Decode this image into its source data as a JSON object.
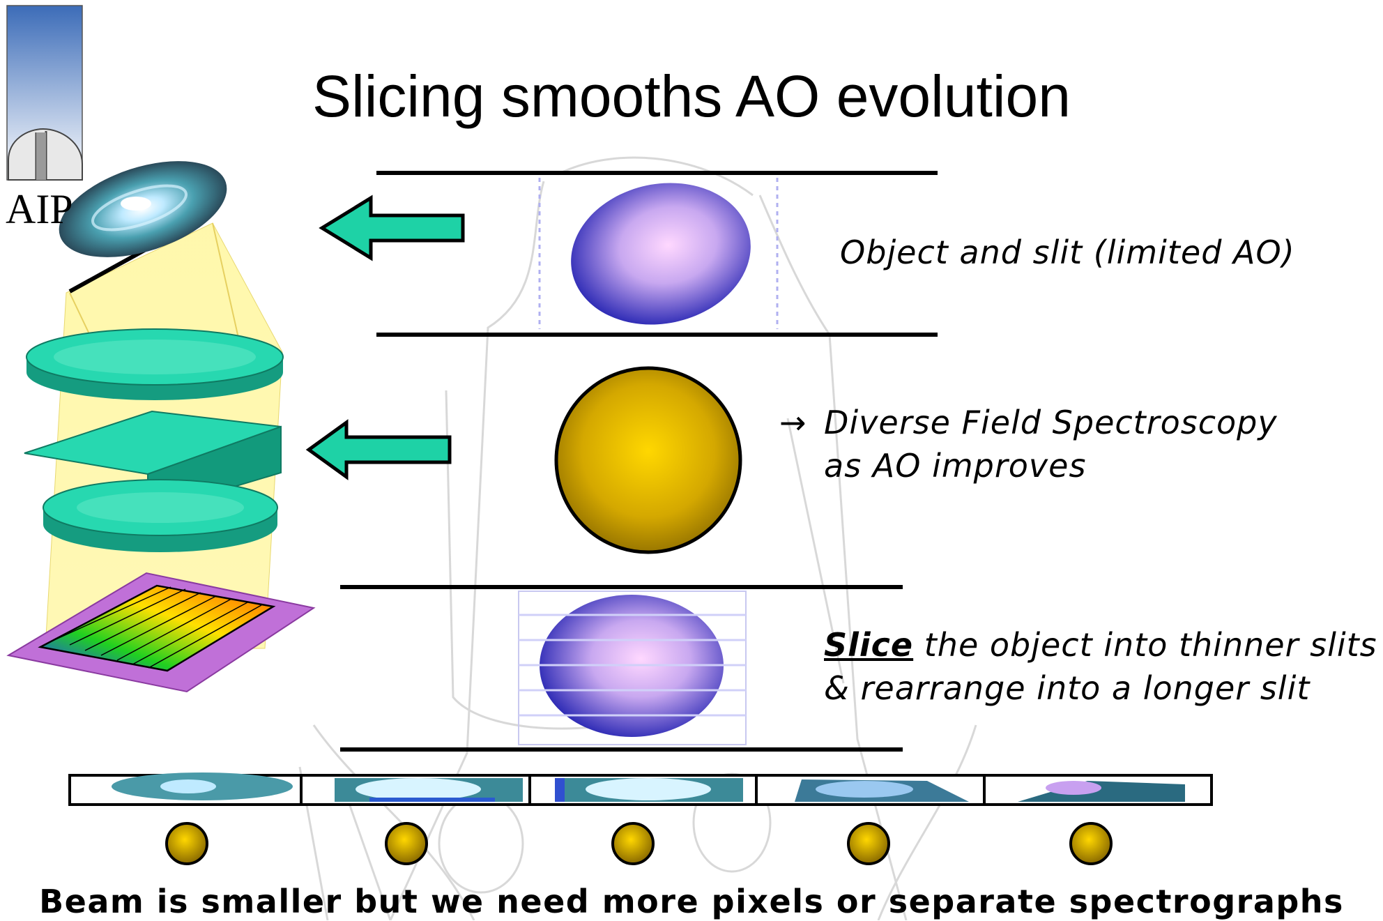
{
  "logo": {
    "text": "AIP"
  },
  "title": "Slicing smooths AO evolution",
  "captions": {
    "limited_ao": "Object and slit (limited AO)",
    "arrow_glyph": "→",
    "diverse_line1": "Diverse Field Spectroscopy",
    "diverse_line2": "as AO improves",
    "slice_word": "Slice",
    "slice_line1_rest": " the object into thinner slits",
    "slice_line2": "& rearrange into a longer slit"
  },
  "footer": "Beam is smaller but we need more pixels or separate spectrographs",
  "colors": {
    "arrow_fill": "#1ed2a6",
    "lens_teal": "#1bbf9a",
    "beam_yellow": "#fff7a8",
    "detector_purple": "#c070d8",
    "ellipse_edge": "#2020b0",
    "ellipse_center": "#ffd8ff",
    "circle_center": "#ffd700",
    "circle_edge": "#9a7a00",
    "slice_lines": "#c8c8f0"
  },
  "icons": {
    "logo": "observatory-dome-icon",
    "optics": "spectrograph-optics-icon",
    "arrow": "left-arrow-icon",
    "galaxy": "spiral-galaxy-icon"
  },
  "slit_segments_count": 5,
  "pupil_spots_count": 5
}
